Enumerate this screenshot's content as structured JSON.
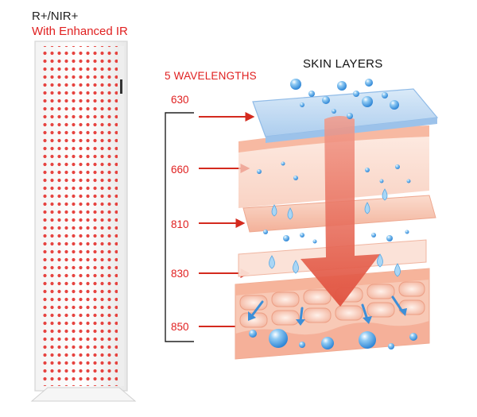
{
  "product": {
    "title": "R+/NIR+",
    "subtitle": "With Enhanced IR"
  },
  "diagram": {
    "wavelengths_heading": "5 WAVELENGTHS",
    "skin_heading": "SKIN LAYERS",
    "wavelengths": [
      "630",
      "660",
      "810",
      "830",
      "850"
    ]
  },
  "colors": {
    "accent_red": "#e02020",
    "led_red": "#e53935",
    "arrow_red": "#d42a1e",
    "skin_pink": "#f6b9a3",
    "water_blue": "#4da6e8",
    "epidermis_blue": "#bcd8f2"
  }
}
